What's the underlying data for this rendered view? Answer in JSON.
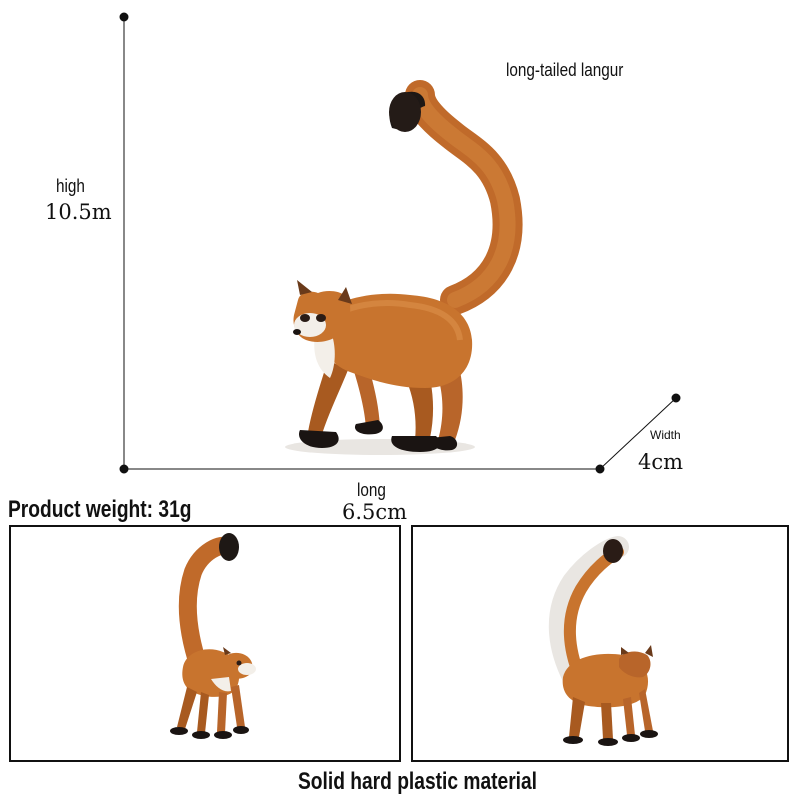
{
  "title": "long-tailed langur",
  "dimensions": {
    "high_label": "high",
    "high_value": "10.5m",
    "long_label": "long",
    "long_value": "6.5cm",
    "width_label": "Width",
    "width_value": "4cm"
  },
  "weight_text": "Product weight: 31g",
  "material_text": "Solid hard plastic material",
  "colors": {
    "fur": "#c8742e",
    "fur_dark": "#a85a20",
    "fur_light": "#d98b42",
    "tail_tip": "#1e1815",
    "feet": "#1a1412",
    "chest": "#f3efe9",
    "line": "#111111",
    "frame": "#111111"
  }
}
